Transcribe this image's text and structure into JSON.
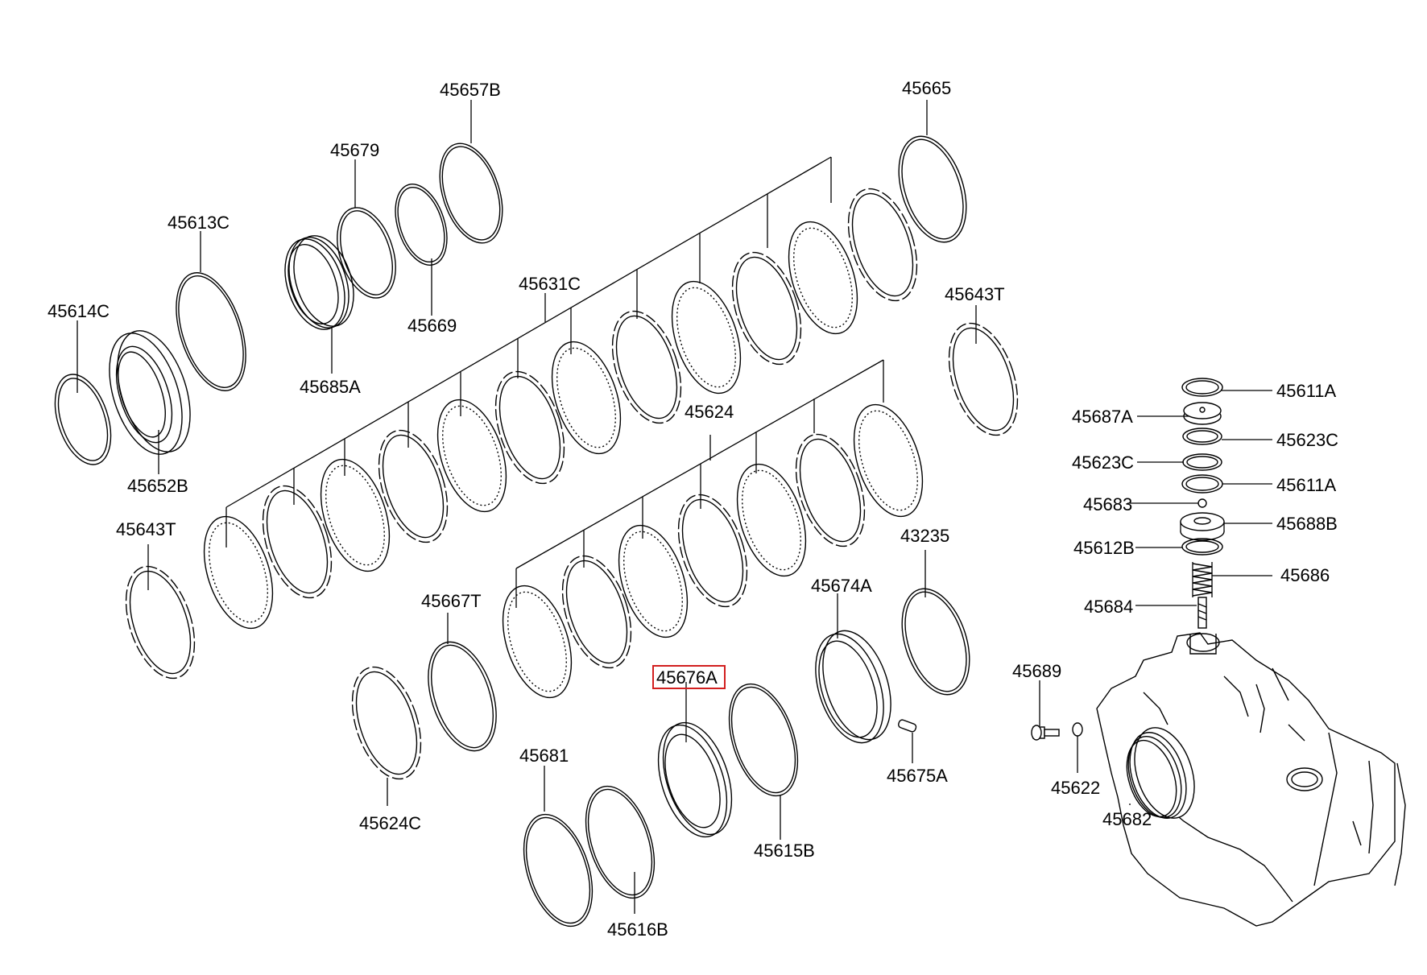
{
  "labels": {
    "l45657B": "45657B",
    "l45665": "45665",
    "l45679": "45679",
    "l45613C": "45613C",
    "l45631C": "45631C",
    "l45669": "45669",
    "l45685A": "45685A",
    "l45614C": "45614C",
    "l45652B": "45652B",
    "l45643T_left": "45643T",
    "l45643T_right": "45643T",
    "l45624": "45624",
    "l45611A_top": "45611A",
    "l45687A": "45687A",
    "l45623C_right": "45623C",
    "l45623C_left": "45623C",
    "l45611A_bottom": "45611A",
    "l45683": "45683",
    "l45688B": "45688B",
    "l45612B": "45612B",
    "l45686": "45686",
    "l45684": "45684",
    "l43235": "43235",
    "l45674A": "45674A",
    "l45667T": "45667T",
    "l45676A": "45676A",
    "l45689": "45689",
    "l45622": "45622",
    "l45682": "45682",
    "l45675A": "45675A",
    "l45681": "45681",
    "l45624C": "45624C",
    "l45615B": "45615B",
    "l45616B": "45616B"
  },
  "highlighted_part": "45676A",
  "colors": {
    "highlight": "#d21f1f",
    "line": "#000000"
  }
}
